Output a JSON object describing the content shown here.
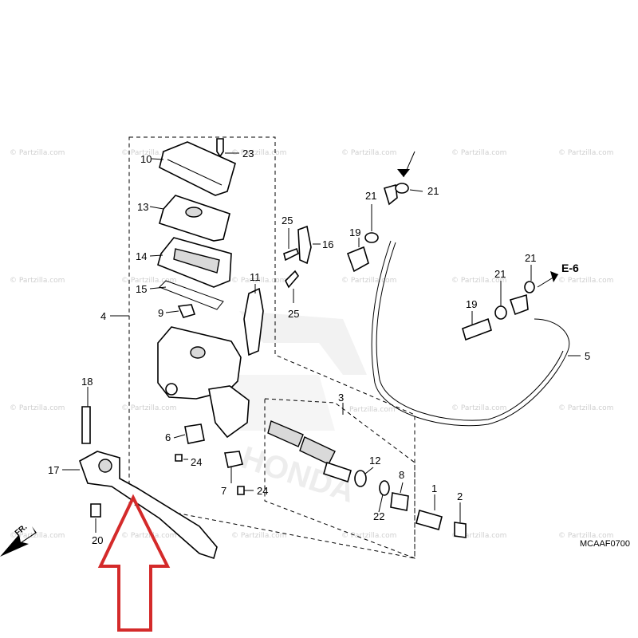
{
  "watermark": {
    "text": "© Partzilla.com",
    "inner_text": "Partzilla.com",
    "brand": "HONDA"
  },
  "diagram_code": "MCAAF0700",
  "reference": "E-6",
  "front_label": "FR.",
  "callout_labels": {
    "p1": "1",
    "p2": "2",
    "p3": "3",
    "p4": "4",
    "p5": "5",
    "p6": "6",
    "p7": "7",
    "p8": "8",
    "p9": "9",
    "p10": "10",
    "p11": "11",
    "p12": "12",
    "p13": "13",
    "p14": "14",
    "p15": "15",
    "p16": "16",
    "p17": "17",
    "p18": "18",
    "p19a": "19",
    "p19b": "19",
    "p20": "20",
    "p21a": "21",
    "p21b": "21",
    "p21c": "21",
    "p21d": "21",
    "p22": "22",
    "p23": "23",
    "p24a": "24",
    "p24b": "24",
    "p25a": "25",
    "p25b": "25"
  },
  "colors": {
    "highlight_arrow": "#d42a2a",
    "line": "#000000",
    "watermark": "#cfcfcf"
  }
}
